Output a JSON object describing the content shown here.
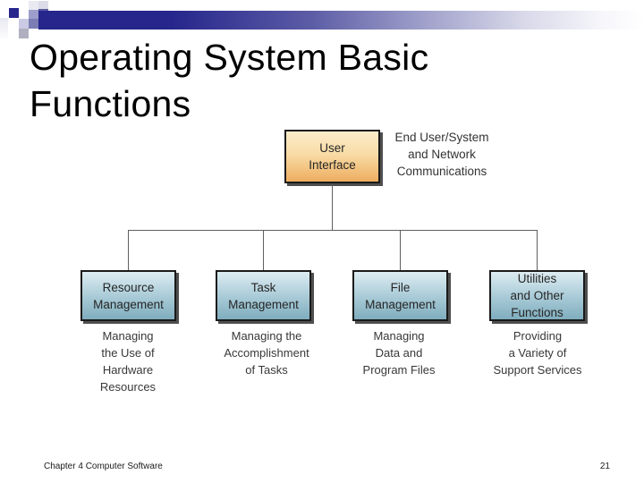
{
  "slide": {
    "title": "Operating System Basic\nFunctions",
    "footer": "Chapter 4 Computer Software",
    "page_number": "21"
  },
  "colors": {
    "accent_navy": "#26268c",
    "root_box_gradient_top": "#fceccb",
    "root_box_gradient_bottom": "#eead60",
    "branch_box_gradient_top": "#ddecf2",
    "branch_box_gradient_bottom": "#7fadbe",
    "box_border": "#1a1a1a",
    "box_shadow": "#4f4f4f",
    "connector_line": "#5f5f5f",
    "diagram_text": "#333333"
  },
  "diagram": {
    "root_box": "User\nInterface",
    "root_note": "End User/System\nand Network\nCommunications",
    "branches": [
      {
        "box": "Resource\nManagement",
        "caption": "Managing\nthe Use of\nHardware\nResources"
      },
      {
        "box": "Task\nManagement",
        "caption": "Managing the\nAccomplishment\nof Tasks"
      },
      {
        "box": "File\nManagement",
        "caption": "Managing\nData and\nProgram Files"
      },
      {
        "box": "Utilities\nand Other\nFunctions",
        "caption": "Providing\na Variety of\nSupport Services"
      }
    ]
  }
}
